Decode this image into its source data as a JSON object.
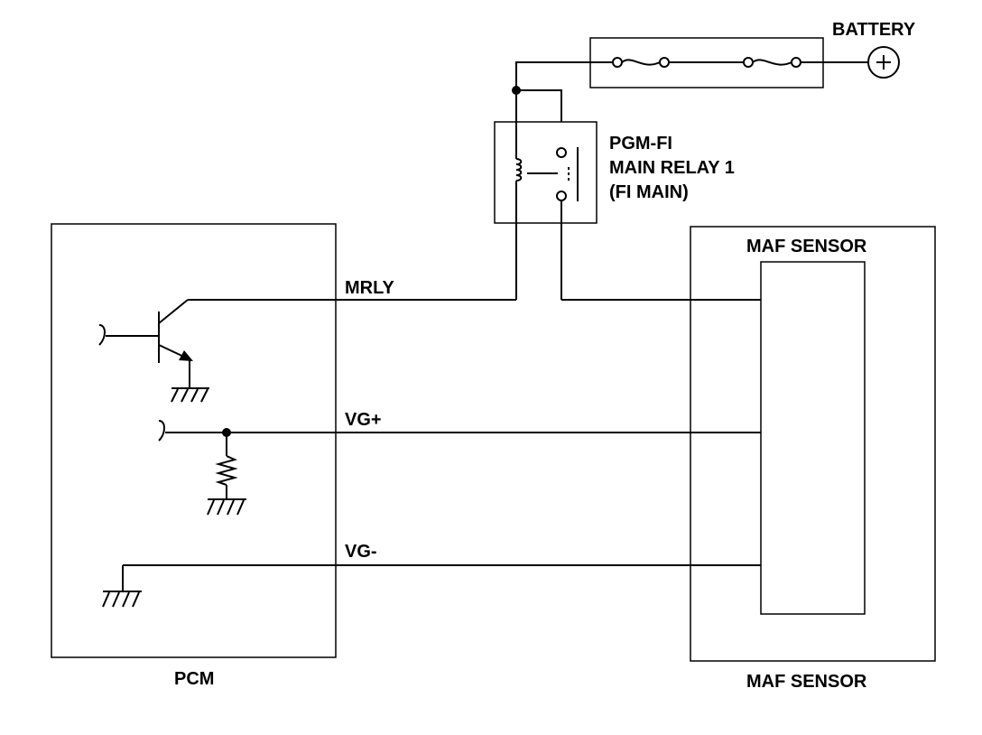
{
  "labels": {
    "battery": "BATTERY",
    "battery_symbol": "+",
    "relay_line1": "PGM-FI",
    "relay_line2": "MAIN RELAY 1",
    "relay_line3": "(FI MAIN)",
    "maf_inner": "MAF SENSOR",
    "maf_outer": "MAF SENSOR",
    "pcm": "PCM",
    "wire_mrly": "MRLY",
    "wire_vgplus": "VG+",
    "wire_vgminus": "VG-"
  },
  "colors": {
    "line": "#000000",
    "background": "#ffffff"
  }
}
